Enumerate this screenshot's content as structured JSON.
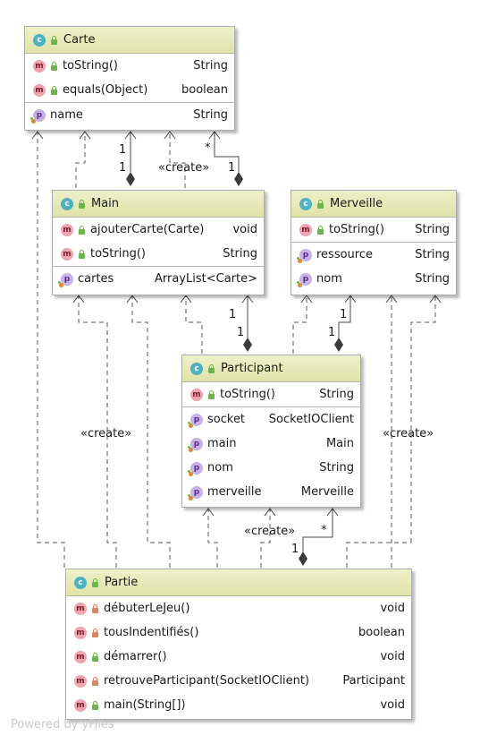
{
  "classes": {
    "carte": {
      "name": "Carte",
      "methods": [
        {
          "name": "toString()",
          "type": "String"
        },
        {
          "name": "equals(Object)",
          "type": "boolean"
        }
      ],
      "properties": [
        {
          "name": "name",
          "type": "String"
        }
      ]
    },
    "main": {
      "name": "Main",
      "methods": [
        {
          "name": "ajouterCarte(Carte)",
          "type": "void"
        },
        {
          "name": "toString()",
          "type": "String"
        }
      ],
      "properties": [
        {
          "name": "cartes",
          "type": "ArrayList<Carte>"
        }
      ]
    },
    "merveille": {
      "name": "Merveille",
      "methods": [
        {
          "name": "toString()",
          "type": "String"
        }
      ],
      "properties": [
        {
          "name": "ressource",
          "type": "String"
        },
        {
          "name": "nom",
          "type": "String"
        }
      ]
    },
    "participant": {
      "name": "Participant",
      "methods": [
        {
          "name": "toString()",
          "type": "String"
        }
      ],
      "properties": [
        {
          "name": "socket",
          "type": "SocketIOClient"
        },
        {
          "name": "main",
          "type": "Main"
        },
        {
          "name": "nom",
          "type": "String"
        },
        {
          "name": "merveille",
          "type": "Merveille"
        }
      ]
    },
    "partie": {
      "name": "Partie",
      "methods": [
        {
          "name": "débuterLeJeu()",
          "type": "void"
        },
        {
          "name": "tousIndentifiés()",
          "type": "boolean"
        },
        {
          "name": "démarrer()",
          "type": "void"
        },
        {
          "name": "retrouveParticipant(SocketIOClient)",
          "type": "Participant"
        },
        {
          "name": "main(String[])",
          "type": "void"
        }
      ]
    }
  },
  "badges": {
    "class": "c",
    "method": "m",
    "property": "p"
  },
  "labels": {
    "create": "«create»",
    "one": "1",
    "many": "*"
  },
  "footer": "Powered by yFiles",
  "colors": {
    "header": "#e4e8b4",
    "class_badge": "#4fb1c6",
    "method_badge": "#f0a3b0",
    "property_badge": "#c7b1e6",
    "public": "#6bb64a",
    "private": "#e2825c",
    "edge": "#4a4a4a"
  }
}
